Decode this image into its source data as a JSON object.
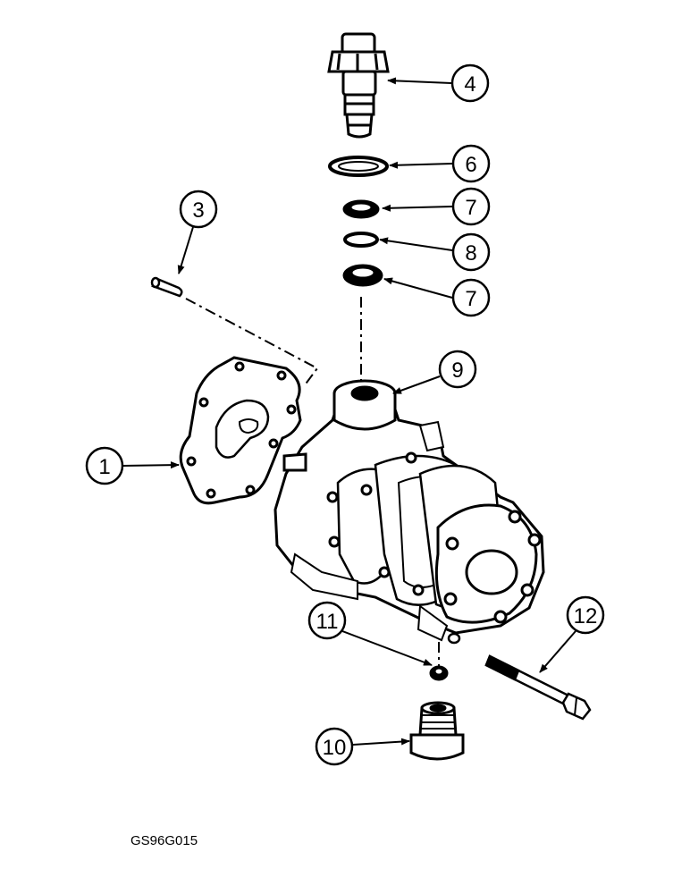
{
  "callouts": [
    {
      "id": "c1",
      "label": "1"
    },
    {
      "id": "c3",
      "label": "3"
    },
    {
      "id": "c4",
      "label": "4"
    },
    {
      "id": "c6",
      "label": "6"
    },
    {
      "id": "c7a",
      "label": "7"
    },
    {
      "id": "c8",
      "label": "8"
    },
    {
      "id": "c7b",
      "label": "7"
    },
    {
      "id": "c9",
      "label": "9"
    },
    {
      "id": "c11",
      "label": "11"
    },
    {
      "id": "c12",
      "label": "12"
    },
    {
      "id": "c10",
      "label": "10"
    }
  ],
  "figure_code": "GS96G015"
}
